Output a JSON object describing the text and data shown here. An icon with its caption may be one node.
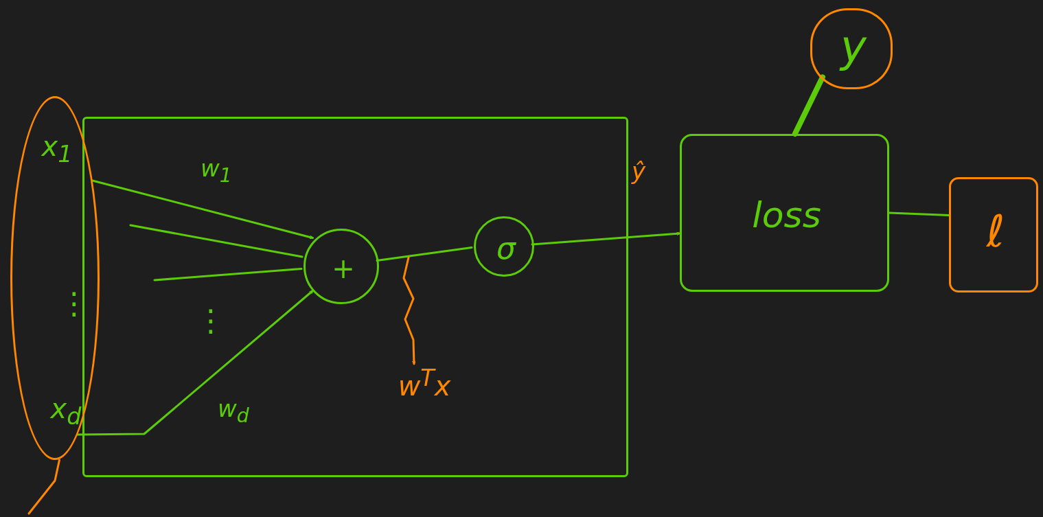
{
  "diagram": {
    "nodes": [
      {
        "text": [],
        "shape": "box"
      },
      {
        "text": [
          "x$_{1}$",
          "x$_{d}$"
        ]
      },
      {
        "text": [
          "+"
        ],
        "in": 0
      },
      {
        "text": [
          "σ"
        ],
        "in": 0
      },
      {
        "text": [
          "loss"
        ]
      },
      {
        "text": [
          "y"
        ]
      },
      {
        "text": [
          "ℓ"
        ]
      },
      {
        "text": [
          "w$^{T}$x"
        ],
        "in": 0
      }
    ],
    "edges": [
      {
        "from": 1,
        "to": 2,
        "arrow": "to",
        "label": "w$_{1}$"
      },
      {
        "from": null,
        "to": 2,
        "arrow": "none"
      },
      {
        "from": null,
        "to": 2,
        "arrow": "none"
      },
      {
        "from": 1,
        "to": 2,
        "arrow": "to",
        "label": "w$_{d}$"
      },
      {
        "from": 2,
        "to": 3,
        "arrow": "none"
      },
      {
        "from": 3,
        "to": 4,
        "arrow": "to",
        "label": "ŷ"
      },
      {
        "from": 5,
        "to": 4,
        "arrow": "none",
        "style": "thick"
      },
      {
        "from": 4,
        "to": 6,
        "arrow": "none"
      },
      {
        "from": 1,
        "to": null,
        "arrow": "none",
        "color": "#ff8800"
      },
      {
        "from": null,
        "to": 7,
        "arrow": "to",
        "color": "#ff8800"
      }
    ],
    "labels": [
      "⋮",
      "⋮"
    ]
  }
}
